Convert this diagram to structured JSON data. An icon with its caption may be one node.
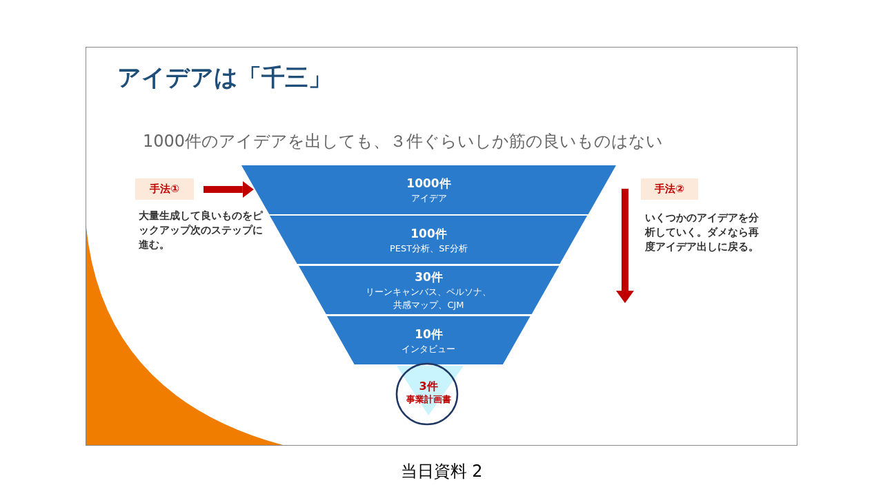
{
  "diagram": {
    "title": "アイデアは「千三」",
    "caption": "当日資料 2",
    "nodes": [
      {
        "text": [
          "手法①"
        ]
      },
      {
        "text": [
          "1000件",
          "アイデア"
        ]
      },
      {
        "text": [
          "100件",
          "PEST分析、SF分析"
        ]
      },
      {
        "text": [
          "30件",
          "リーンキャンバス、ペルソナ、共感マップ、CJM"
        ]
      },
      {
        "text": [
          "10件",
          "インタビュー"
        ]
      },
      {
        "text": [
          "3件",
          "事業計画書"
        ]
      },
      {
        "text": [
          "手法②"
        ]
      }
    ],
    "edges": [
      {
        "from": 0,
        "to": 1,
        "arrow": "to"
      }
    ],
    "labels": [
      "1000件のアイデアを出しても、３件ぐらいしか筋の良いものはない",
      "大量生成して良いものをピックアップ次のステップに進む。",
      "いくつかのアイデアを分析していく。ダメなら再度アイデア出しに戻る。"
    ]
  }
}
